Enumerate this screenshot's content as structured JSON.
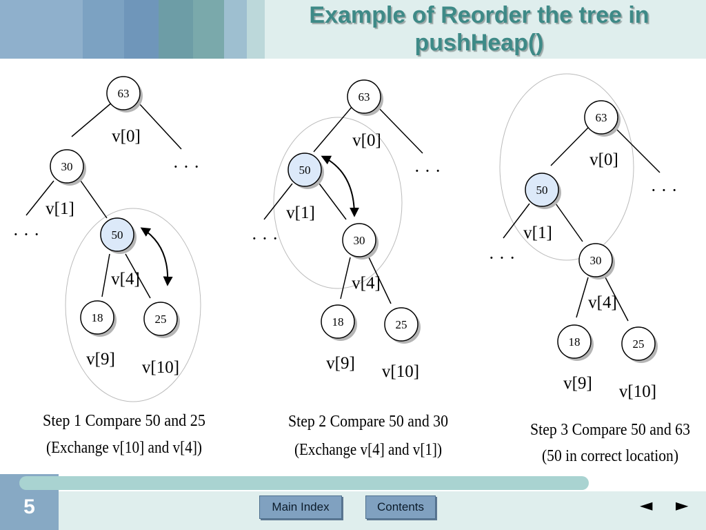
{
  "title": {
    "line1": "Example of Reorder the tree in",
    "line2": "pushHeap()"
  },
  "panels": [
    {
      "nodes": {
        "root": "63",
        "a": "30",
        "b": "50",
        "c": "18",
        "d": "25"
      },
      "labels": {
        "root": "v[0]",
        "a": "v[1]",
        "b": "v[4]",
        "c": "v[9]",
        "d": "v[10]"
      },
      "ellipsis": "· · ·",
      "caption": [
        "Step 1  Compare 50 and 25",
        "(Exchange v[10] and v[4])"
      ]
    },
    {
      "nodes": {
        "root": "63",
        "a": "50",
        "b": "30",
        "c": "18",
        "d": "25"
      },
      "labels": {
        "root": "v[0]",
        "a": "v[1]",
        "b": "v[4]",
        "c": "v[9]",
        "d": "v[10]"
      },
      "ellipsis": "· · ·",
      "caption": [
        "Step 2 Compare 50 and 30",
        "(Exchange v[4] and v[1])"
      ]
    },
    {
      "nodes": {
        "root": "63",
        "a": "50",
        "b": "30",
        "c": "18",
        "d": "25"
      },
      "labels": {
        "root": "v[0]",
        "a": "v[1]",
        "b": "v[4]",
        "c": "v[9]",
        "d": "v[10]"
      },
      "ellipsis": "· · ·",
      "caption": [
        "Step 3 Compare 50 and 63",
        "(50 in correct location)"
      ]
    }
  ],
  "footer": {
    "slide_number": "5",
    "main_index": "Main Index",
    "contents": "Contents",
    "prev": "◄",
    "next": "►"
  },
  "colors": {
    "highlight": "#dce9f9",
    "title": "#3e8a87",
    "button": "#80a1c0"
  }
}
